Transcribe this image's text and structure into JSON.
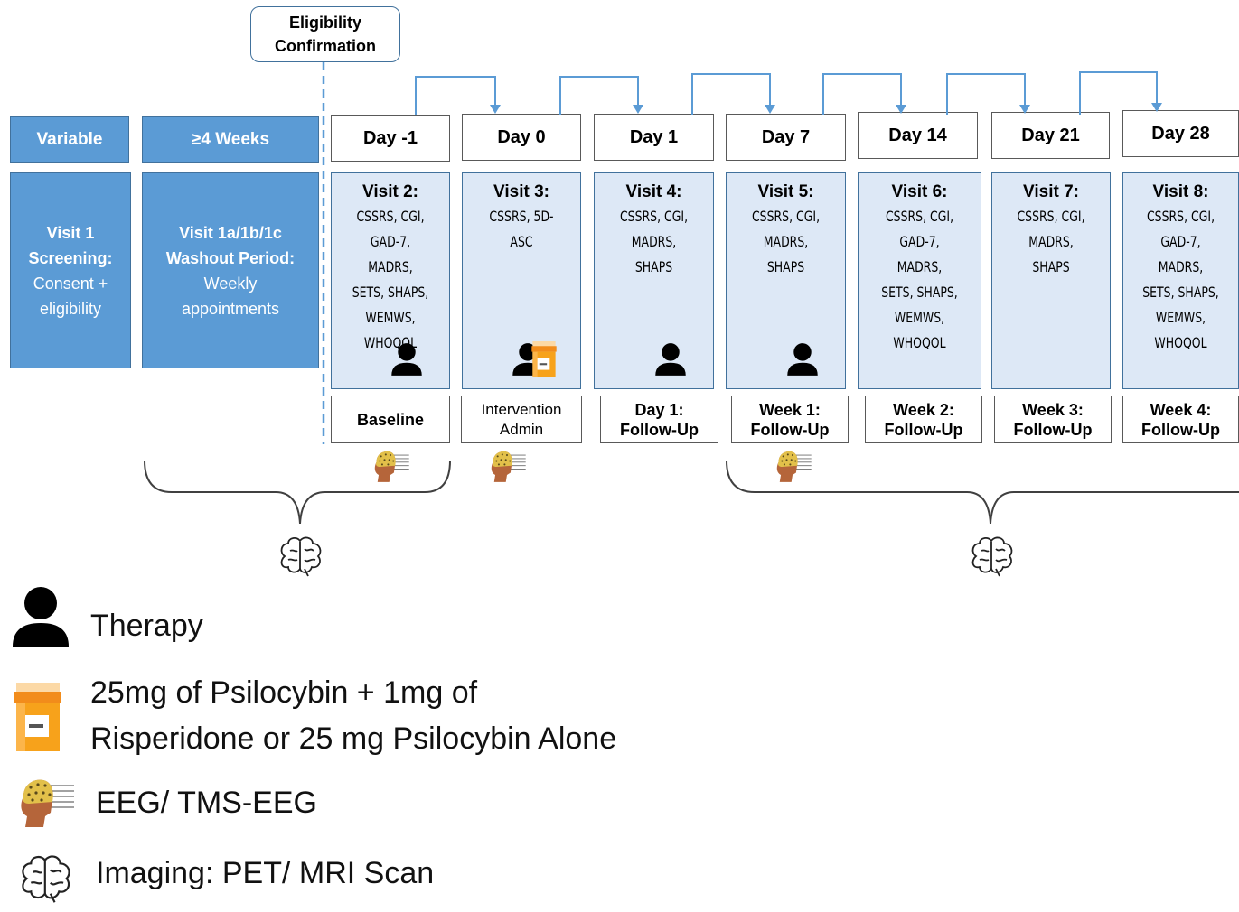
{
  "eligibility": "Eligibility\nConfirmation",
  "variable_header": "Variable",
  "weeks_header": "≥4 Weeks",
  "screening": {
    "line1": "Visit 1",
    "line2": "Screening:",
    "line3": "Consent +",
    "line4": "eligibility"
  },
  "washout": {
    "line1": "Visit 1a/1b/1c",
    "line2": "Washout Period:",
    "line3": "Weekly",
    "line4": "appointments"
  },
  "columns": [
    {
      "day": "Day -1",
      "visit": "Visit 2:",
      "measures": "CSSRS, CGI,\nGAD-7, MADRS,\nSETS, SHAPS,\nWEMWS,\nWHOQOL",
      "label": "Baseline"
    },
    {
      "day": "Day 0",
      "visit": "Visit 3:",
      "measures": "CSSRS, 5D-ASC",
      "label": "Intervention\nAdmin"
    },
    {
      "day": "Day 1",
      "visit": "Visit 4:",
      "measures": "CSSRS, CGI,\nMADRS, SHAPS",
      "label": "Day 1:\nFollow-Up"
    },
    {
      "day": "Day 7",
      "visit": "Visit 5:",
      "measures": "CSSRS, CGI,\nMADRS, SHAPS",
      "label": "Week 1:\nFollow-Up"
    },
    {
      "day": "Day 14",
      "visit": "Visit 6:",
      "measures": "CSSRS, CGI,\nGAD-7, MADRS,\nSETS, SHAPS,\nWEMWS,\nWHOQOL",
      "label": "Week 2:\nFollow-Up"
    },
    {
      "day": "Day 21",
      "visit": "Visit 7:",
      "measures": "CSSRS, CGI,\nMADRS, SHAPS",
      "label": "Week 3:\nFollow-Up"
    },
    {
      "day": "Day 28",
      "visit": "Visit 8:",
      "measures": "CSSRS, CGI,\nGAD-7, MADRS,\nSETS, SHAPS,\nWEMWS,\nWHOQOL",
      "label": "Week 4:\nFollow-Up"
    }
  ],
  "legend": {
    "therapy": "Therapy",
    "drug_line1": "25mg of Psilocybin + 1mg of",
    "drug_line2": "Risperidone or 25 mg Psilocybin Alone",
    "eeg": "EEG/ TMS-EEG",
    "imaging": "Imaging: PET/ MRI Scan"
  },
  "colors": {
    "header_blue": "#5b9bd5",
    "visit_fill": "#dde8f6",
    "arrow": "#5b9bd5",
    "pill_orange": "#f7a21b"
  },
  "icons": [
    "person-icon",
    "pill-bottle-icon",
    "eeg-head-icon",
    "brain-icon"
  ]
}
